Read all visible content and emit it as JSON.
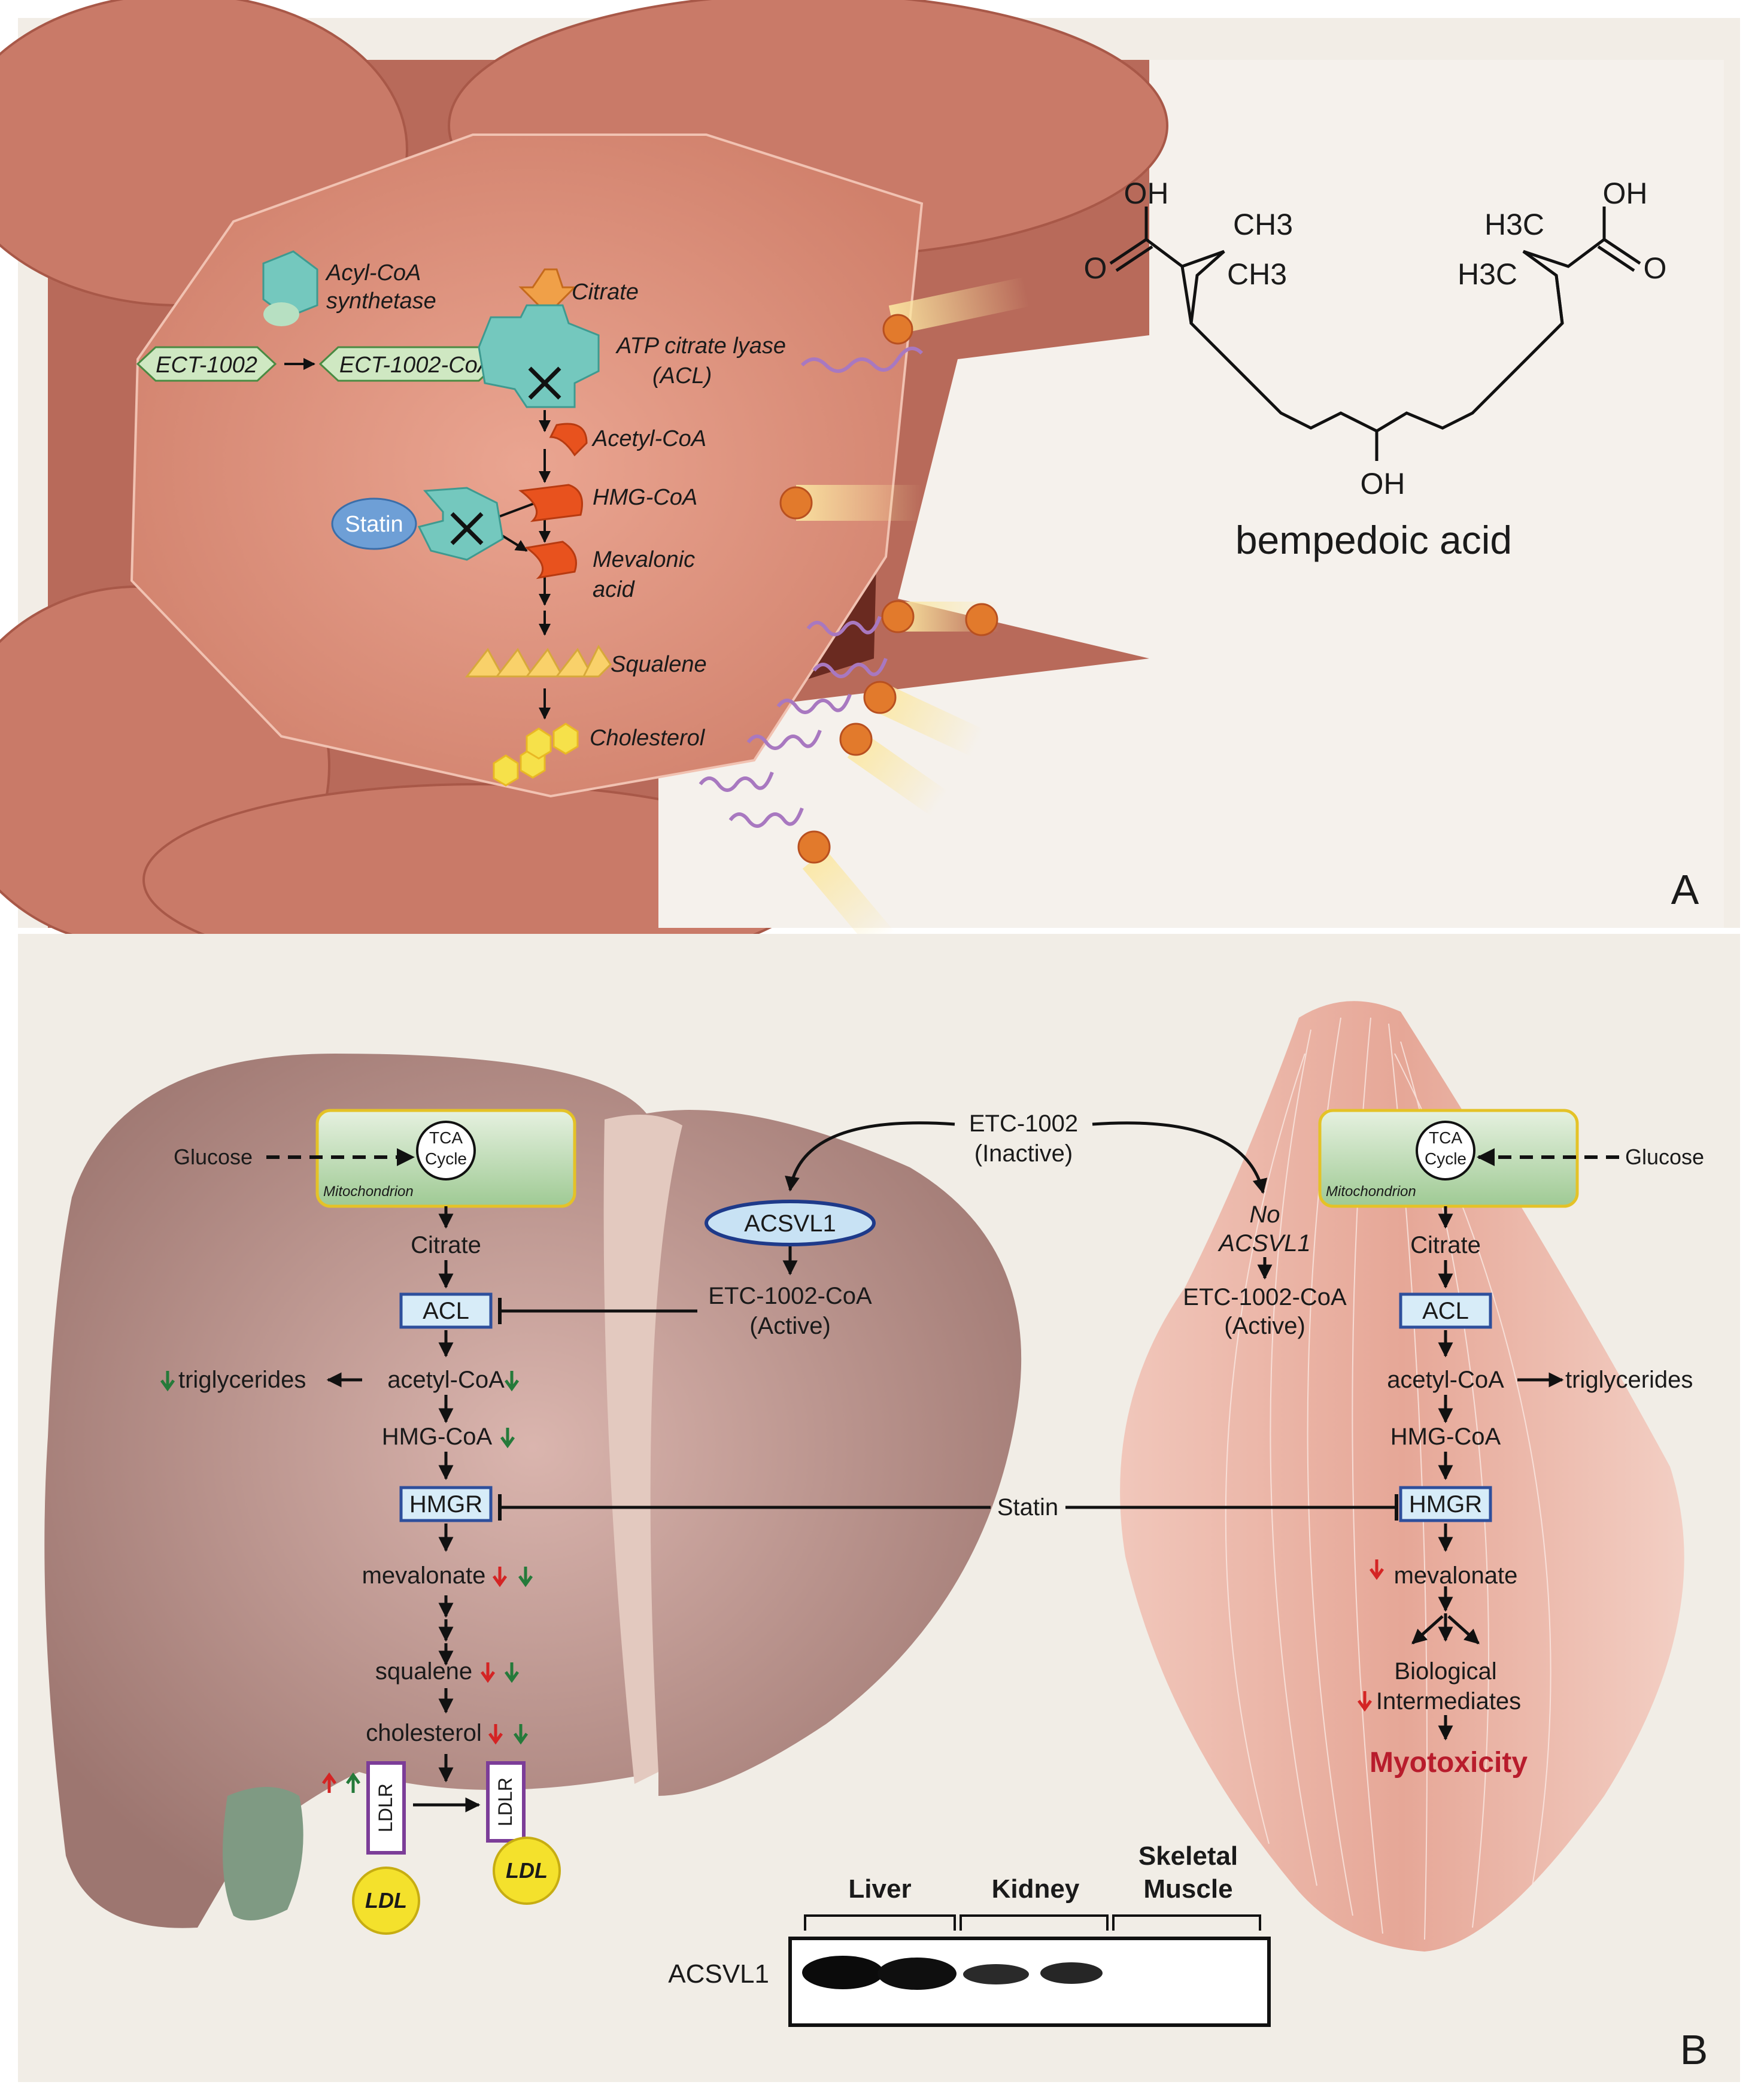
{
  "panel_a": {
    "label": "A",
    "ect1002": "ECT-1002",
    "ect1002_coa": "ECT-1002-CoA",
    "acyl_coa_line1": "Acyl-CoA",
    "acyl_coa_line2": "synthetase",
    "citrate": "Citrate",
    "acl_line1": "ATP citrate lyase",
    "acl_line2": "(ACL)",
    "acetyl_coa": "Acetyl-CoA",
    "hmg_coa": "HMG-CoA",
    "mevalonic_line1": "Mevalonic",
    "mevalonic_line2": "acid",
    "squalene": "Squalene",
    "cholesterol": "Cholesterol",
    "statin": "Statin",
    "structure": {
      "oh_left": "OH",
      "o_left": "O",
      "ch3_top": "CH3",
      "ch3_bottom": "CH3",
      "h3c_top": "H3C",
      "h3c_bottom": "H3C",
      "oh_right": "OH",
      "o_right": "O",
      "oh_bottom": "OH",
      "name": "bempedoic acid"
    }
  },
  "panel_b": {
    "label": "B",
    "glucose_left": "Glucose",
    "glucose_right": "Glucose",
    "tca_line1": "TCA",
    "tca_line2": "Cycle",
    "mitochondrion": "Mitochondrion",
    "citrate": "Citrate",
    "acl": "ACL",
    "triglycerides": "triglycerides",
    "acetyl_coa": "acetyl-CoA",
    "hmg_coa": "HMG-CoA",
    "hmgr": "HMGR",
    "mevalonate": "mevalonate",
    "squalene": "squalene",
    "cholesterol": "cholesterol",
    "ldlr": "LDLR",
    "ldl": "LDL",
    "etc1002": "ETC-1002",
    "inactive": "(Inactive)",
    "acsvl1": "ACSVL1",
    "etc1002_coa": "ETC-1002-CoA",
    "active": "(Active)",
    "no": "No",
    "no_acsvl1": "ACSVL1",
    "statin": "Statin",
    "bio_line1": "Biological",
    "bio_line2": "Intermediates",
    "myotoxicity": "Myotoxicity",
    "blot": {
      "row_label": "ACSVL1",
      "liver": "Liver",
      "kidney": "Kidney",
      "skeletal_line1": "Skeletal",
      "skeletal_line2": "Muscle"
    }
  },
  "colors": {
    "liver_cell": "#d2826e",
    "liver_organ": "#a47c77",
    "muscle": "#eebbae",
    "enzyme_teal": "#74c8be",
    "box_blue": "#2e4f9c",
    "ldlr_purple": "#7c3d98",
    "ldl_yellow": "#f4e12c",
    "down_red": "#d42424",
    "down_green": "#257a3a",
    "myotoxicity_red": "#b81c2c"
  }
}
